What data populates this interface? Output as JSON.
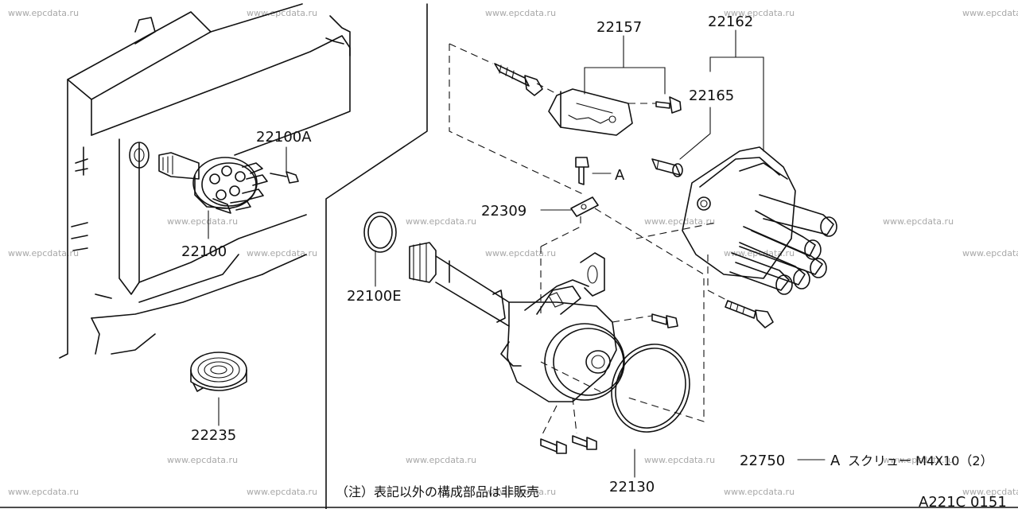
{
  "watermark": "www.epcdata.ru",
  "callouts": {
    "p22157": "22157",
    "p22162": "22162",
    "p22165": "22165",
    "p22100A": "22100A",
    "p22100": "22100",
    "p22309": "22309",
    "pA": "A",
    "p22100E": "22100E",
    "p22235": "22235",
    "p22130": "22130"
  },
  "legend": {
    "part_no": "22750",
    "letter": "A",
    "desc": "スクリュー M4X10（2）"
  },
  "note": "（注）表記以外の構成部品は非販売",
  "drawing_id": "A221C 0151"
}
